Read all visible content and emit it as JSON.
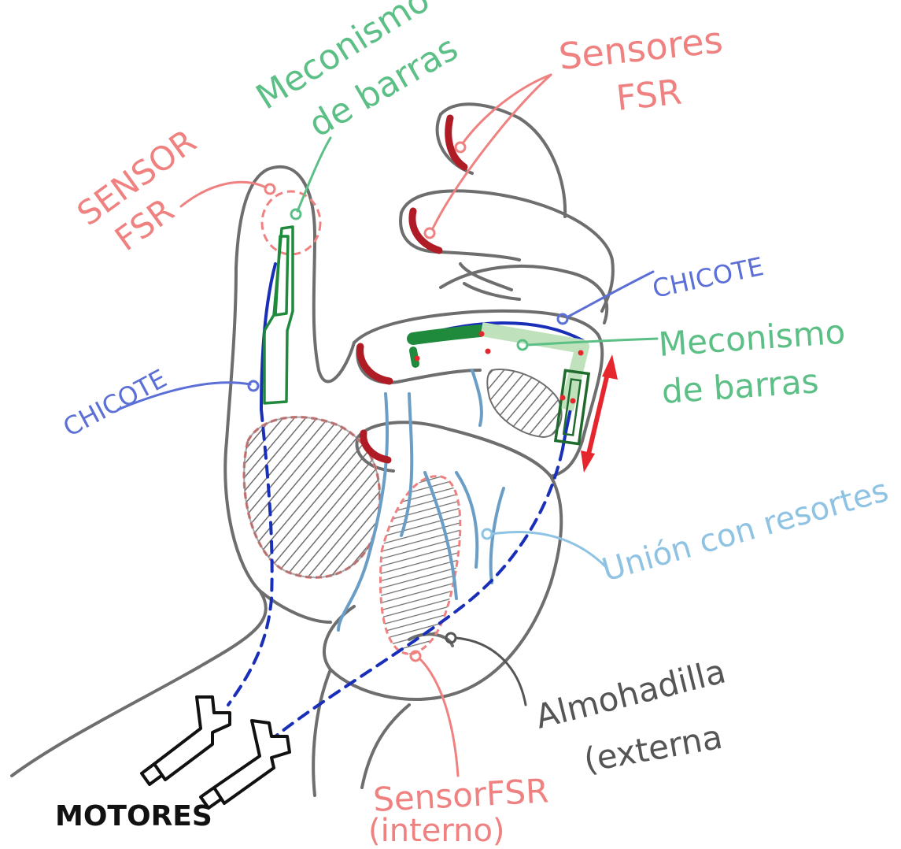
{
  "colors": {
    "outline": "#6e6e6e",
    "sensor": "#ef8181",
    "sensor_dark": "#b01c25",
    "mechanism": "#5cbf86",
    "mechanism_dark": "#1f8a3c",
    "cable": "#5b6fd6",
    "cable_dark": "#1a2fb8",
    "spring": "#8fc3e3",
    "tendon": "#6a9ec6",
    "arrow": "#e6262d",
    "motor": "#111111",
    "pad": "#555555"
  },
  "labels": {
    "sensores_fsr_1": "Sensores",
    "sensores_fsr_2": "FSR",
    "mecanismo_top_1": "Meconismo",
    "mecanismo_top_2": "de barras",
    "sensor_fsr_left_1": "SENSOR",
    "sensor_fsr_left_2": "FSR",
    "chicote_right": "CHICOTE",
    "chicote_left": "CHICOTE",
    "mecanismo_right_1": "Meconismo",
    "mecanismo_right_2": "de barras",
    "union_resortes": "Unión con resortes",
    "almohadilla_1": "Almohadilla",
    "almohadilla_2": "(externa",
    "sensor_interno_1": "SensorFSR",
    "sensor_interno_2": "(interno)",
    "motores": "MOTORES"
  }
}
